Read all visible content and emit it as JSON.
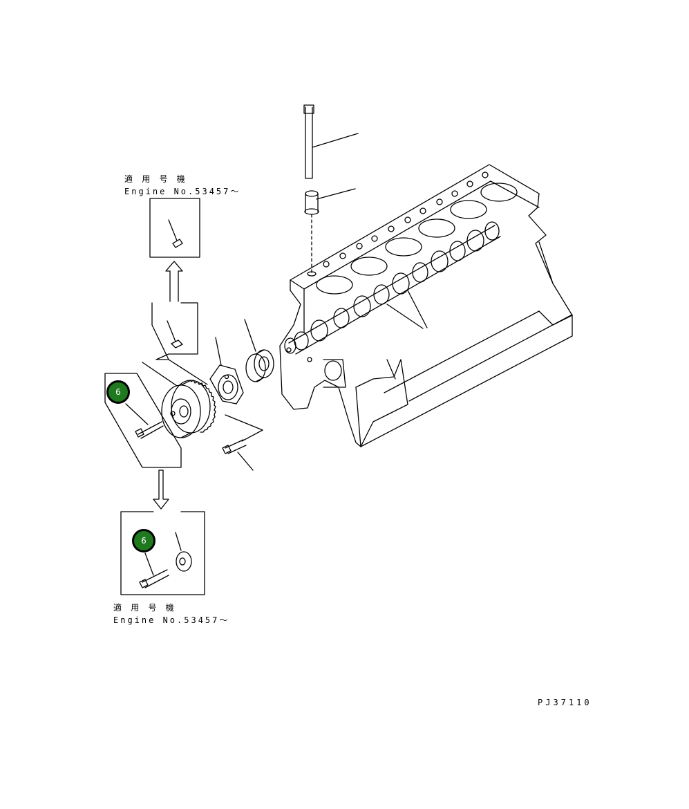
{
  "notes": {
    "top_japanese": "適 用 号 機",
    "top_engine": "Engine No.53457～",
    "bottom_japanese": "適 用 号 機",
    "bottom_engine": "Engine No.53457～"
  },
  "callouts": {
    "main_bolt_ref": "6",
    "alt_bolt_ref": "6"
  },
  "figure_code": "PJ37110",
  "colors": {
    "callout_fill": "#1f7a1f",
    "line": "#000000"
  }
}
